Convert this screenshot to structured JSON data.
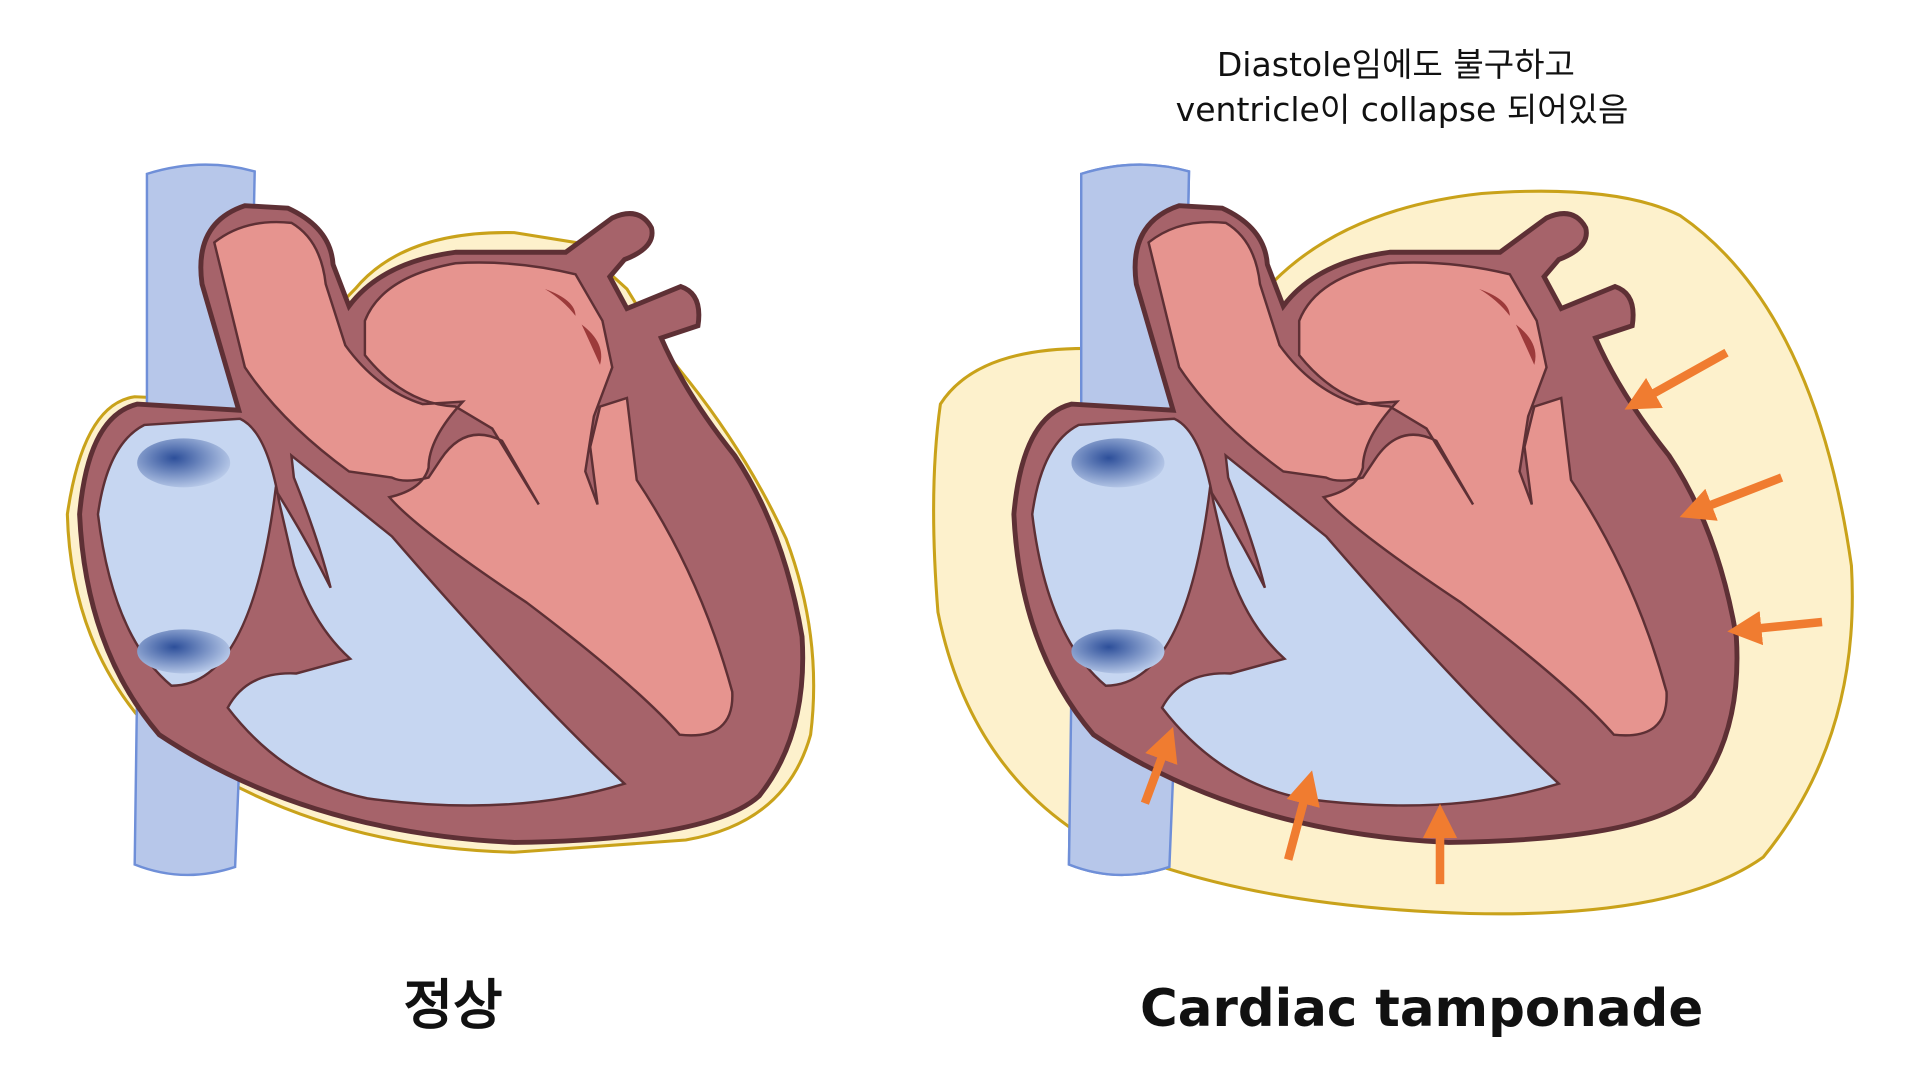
{
  "annotation": {
    "line1": "Diastole임에도 불구하고",
    "line2": "ventricle이 collapse 되어있음"
  },
  "labels": {
    "normal": "정상",
    "tamponade": "Cardiac tamponade"
  },
  "colors": {
    "vein": "#b7c7ea",
    "wall": "#a6636a",
    "wall_stroke": "#5e3035",
    "right_chamber": "#c6d6f1",
    "left_chamber": "#e6948f",
    "pericardium": "#fdf1cc",
    "pericardium_stroke": "#c9a21a",
    "arrow": "#f07c30"
  }
}
